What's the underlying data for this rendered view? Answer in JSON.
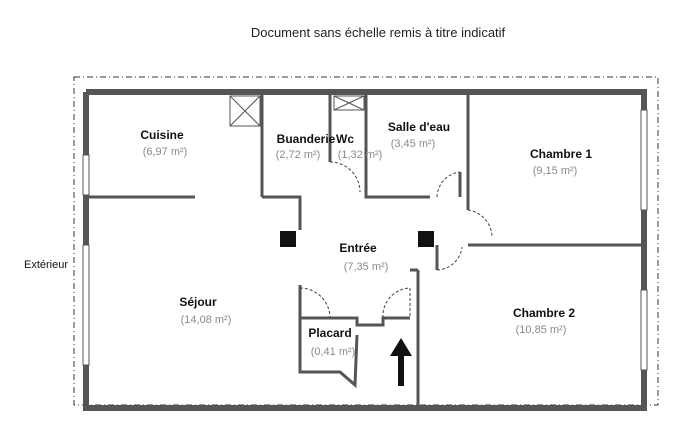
{
  "caption": "Document sans échelle remis à titre indicatif",
  "outside_label": "Extérieur",
  "rooms": {
    "cuisine": {
      "name": "Cuisine",
      "area": "(6,97 m²)"
    },
    "buanderie": {
      "name": "Buanderie",
      "area": "(2,72 m²)"
    },
    "wc": {
      "name": "Wc",
      "area": "(1,32 m²)"
    },
    "salle_eau": {
      "name": "Salle d'eau",
      "area": "(3,45 m²)"
    },
    "chambre1": {
      "name": "Chambre 1",
      "area": "(9,15 m²)"
    },
    "entree": {
      "name": "Entrée",
      "area": "(7,35 m²)"
    },
    "sejour": {
      "name": "Séjour",
      "area": "(14,08 m²)"
    },
    "placard": {
      "name": "Placard",
      "area": "(0,41 m²)"
    },
    "chambre2": {
      "name": "Chambre 2",
      "area": "(10,85 m²)"
    }
  },
  "colors": {
    "wall": "#555555",
    "outline": "#333333",
    "label": "#111111",
    "area": "#8a8a8a"
  },
  "icons": [
    "entrance-arrow-icon",
    "ventilation-shaft-icon"
  ]
}
